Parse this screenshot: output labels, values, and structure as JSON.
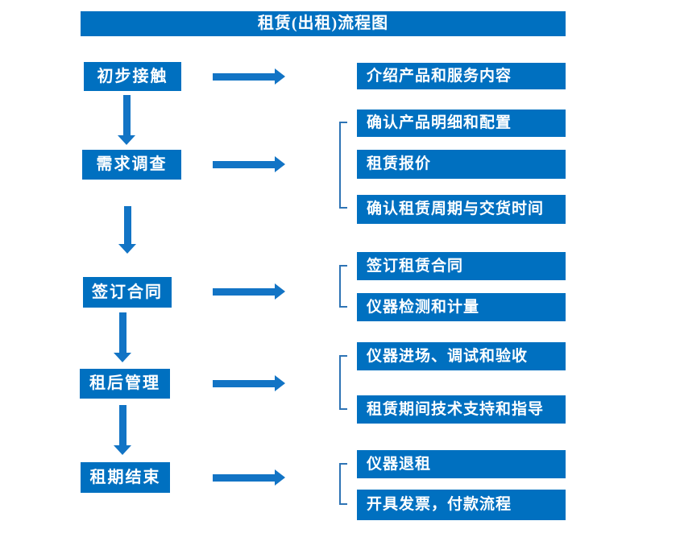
{
  "title": "租赁(出租)流程图",
  "colors": {
    "box_blue": "#0070C0",
    "arrow_blue": "#1274C5",
    "bracket_blue": "#2E74B5",
    "text_white": "#FFFFFF",
    "bg": "#FFFFFF"
  },
  "steps": [
    {
      "label": "初步接触",
      "outputs": [
        "介绍产品和服务内容"
      ]
    },
    {
      "label": "需求调查",
      "outputs": [
        "确认产品明细和配置",
        "租赁报价",
        "确认租赁周期与交货时间"
      ]
    },
    {
      "label": "签订合同",
      "outputs": [
        "签订租赁合同",
        "仪器检测和计量"
      ]
    },
    {
      "label": "租后管理",
      "outputs": [
        "仪器进场、调试和验收",
        "租赁期间技术支持和指导"
      ]
    },
    {
      "label": "租期结束",
      "outputs": [
        "仪器退租",
        "开具发票，付款流程"
      ]
    }
  ]
}
